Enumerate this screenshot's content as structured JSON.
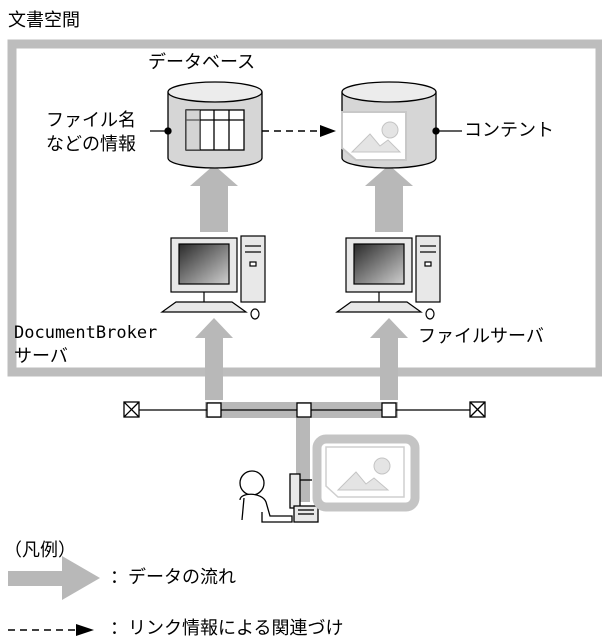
{
  "title": "文書空間",
  "database_label": "データベース",
  "file_info_label": [
    "ファイル名",
    "などの情報"
  ],
  "content_label": "コンテント",
  "server_label": [
    "DocumentBroker",
    "サーバ"
  ],
  "fileserver_label": "ファイルサーバ",
  "legend": {
    "title": "（凡例）",
    "data_flow": "：データの流れ",
    "link": "：リンク情報による関連づけ"
  },
  "colors": {
    "frame": "#bdbdbd",
    "arrow": "#b8b8b8",
    "line": "#000000"
  }
}
